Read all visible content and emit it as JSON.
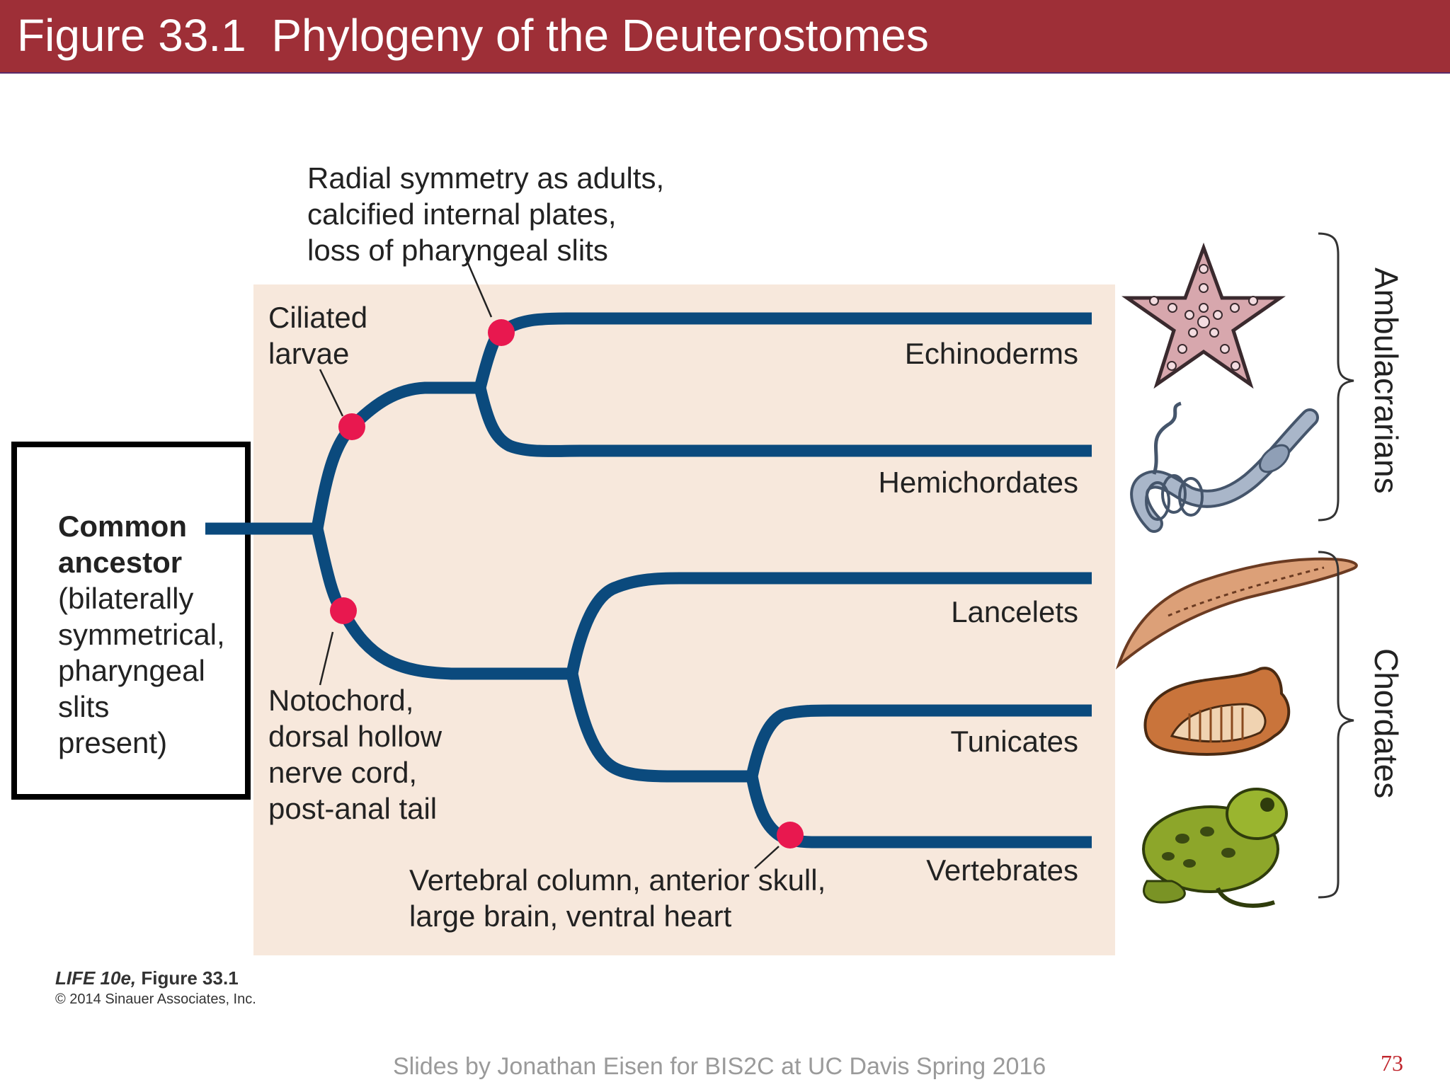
{
  "slide": {
    "title": "Figure 33.1  Phylogeny of the Deuterostomes",
    "page_number": "73",
    "footer": "Slides by Jonathan Eisen for BIS2C at UC Davis Spring 2016"
  },
  "colors": {
    "title_bar": "#9e2f37",
    "panel": "#f7e8dc",
    "branch": "#0b4a7d",
    "node": "#e8184f"
  },
  "tree": {
    "ancestor": {
      "bold_lines": [
        "Common",
        "ancestor"
      ],
      "lines": [
        "(bilaterally",
        "symmetrical,",
        "pharyngeal",
        "slits",
        "present)"
      ]
    },
    "taxa": [
      {
        "name": "Echinoderms",
        "icon": "starfish-icon"
      },
      {
        "name": "Hemichordates",
        "icon": "acorn-worm-icon"
      },
      {
        "name": "Lancelets",
        "icon": "lancelet-icon"
      },
      {
        "name": "Tunicates",
        "icon": "tunicate-icon"
      },
      {
        "name": "Vertebrates",
        "icon": "frog-icon"
      }
    ],
    "characters": {
      "echinoderms": [
        "Radial symmetry as adults,",
        "calcified internal plates,",
        "loss of pharyngeal slits"
      ],
      "ambulacraria": [
        "Ciliated",
        "larvae"
      ],
      "chordates": [
        "Notochord,",
        "dorsal hollow",
        "nerve cord,",
        "post-anal tail"
      ],
      "vertebrates": [
        "Vertebral column, anterior skull,",
        "large brain, ventral heart"
      ]
    },
    "groups": [
      "Ambulacrarians",
      "Chordates"
    ]
  },
  "credit": {
    "book": "LIFE 10e,",
    "figure": " Figure 33.1",
    "copyright": "© 2014 Sinauer Associates, Inc."
  }
}
